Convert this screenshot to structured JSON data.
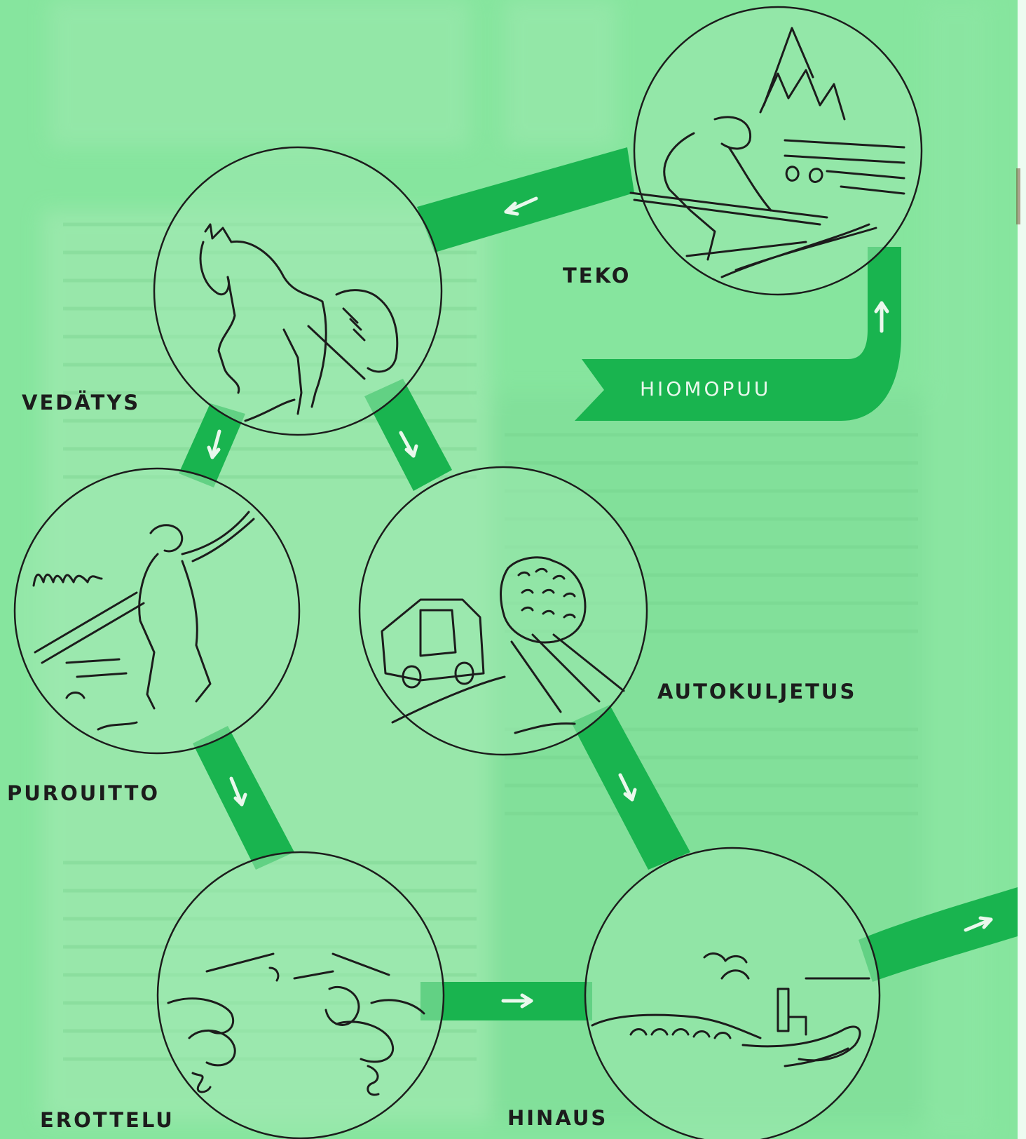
{
  "diagram": {
    "banner_label": "HIOMOPUU",
    "stages": [
      {
        "id": "teko",
        "label": "TEKO"
      },
      {
        "id": "vedatys",
        "label": "VEDÄTYS"
      },
      {
        "id": "autokuljetus",
        "label": "AUTOKULJETUS"
      },
      {
        "id": "purouitto",
        "label": "PUROUITTO"
      },
      {
        "id": "erottelu",
        "label": "EROTTELU"
      },
      {
        "id": "hinaus",
        "label": "HINAUS"
      }
    ],
    "flow_arrow_icon": "arrow-icon"
  },
  "colors": {
    "background": "#86e59e",
    "band": "#19b44f",
    "ink": "#1c1c1c"
  }
}
